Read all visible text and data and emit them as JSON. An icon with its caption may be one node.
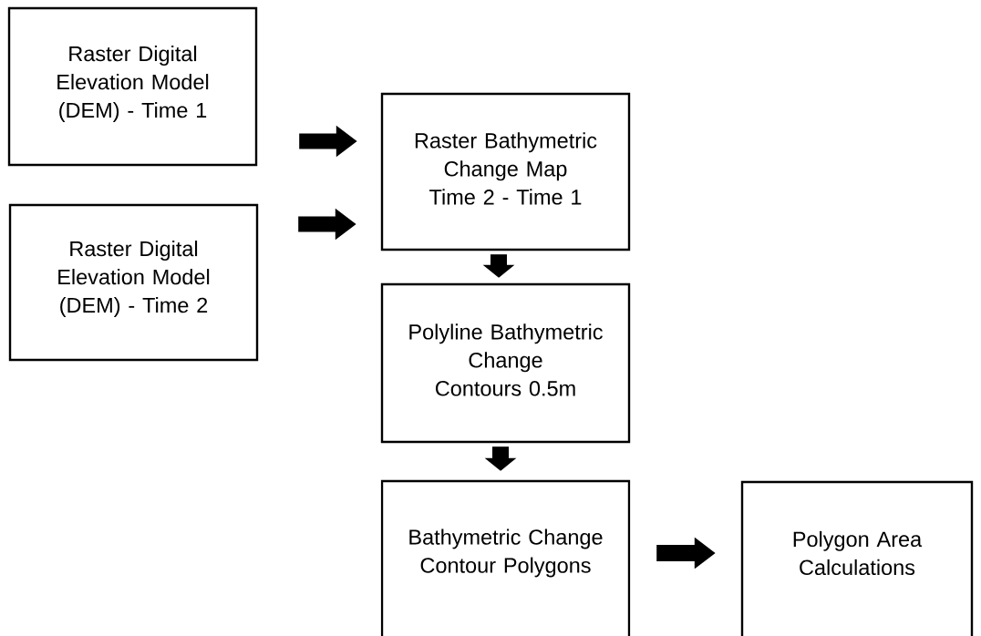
{
  "diagram": {
    "nodes": [
      {
        "text": [
          "Raster Digital Elevation Model (DEM) - Time 1"
        ]
      },
      {
        "text": [
          "Raster Digital Elevation Model (DEM) - Time 2"
        ]
      },
      {
        "text": [
          "Raster Bathymetric Change Map Time 2 - Time 1"
        ]
      },
      {
        "text": [
          "Polyline Bathymetric Change Contours 0.5m"
        ]
      },
      {
        "text": [
          "Bathymetric Change Contour Polygons"
        ]
      },
      {
        "text": [
          "Polygon Area Calculations"
        ]
      }
    ],
    "edges": [
      {
        "from": 0,
        "to": 2,
        "arrow": "to"
      },
      {
        "from": 1,
        "to": 2,
        "arrow": "to"
      },
      {
        "from": 2,
        "to": 3,
        "arrow": "to"
      },
      {
        "from": 3,
        "to": 4,
        "arrow": "to"
      },
      {
        "from": 4,
        "to": 5,
        "arrow": "to"
      }
    ]
  }
}
